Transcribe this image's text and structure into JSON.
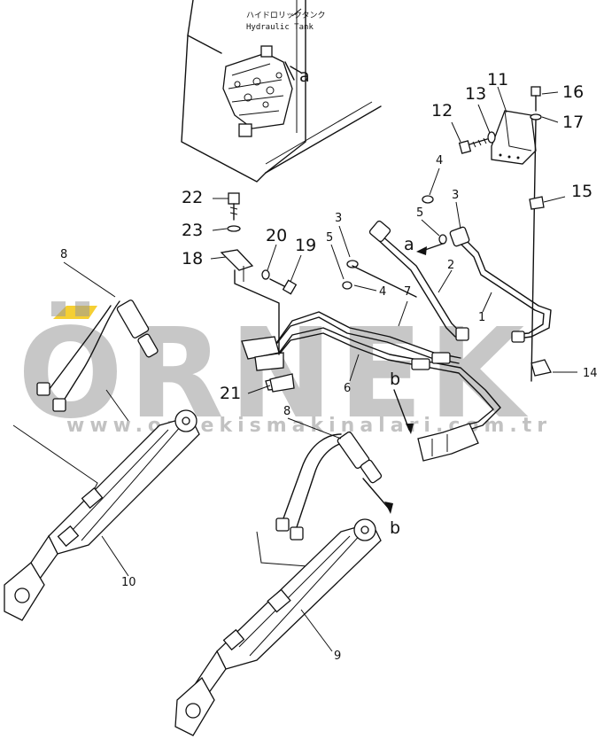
{
  "header": {
    "jp": "ハイドロリックタンク",
    "en": "Hydraulic Tank"
  },
  "callouts": {
    "c1": "1",
    "c2": "2",
    "c3a": "3",
    "c3b": "3",
    "c4a": "4",
    "c4b": "4",
    "c5a": "5",
    "c5b": "5",
    "c6": "6",
    "c7": "7",
    "c8a": "8",
    "c8b": "8",
    "c9": "9",
    "c10": "10",
    "c11": "11",
    "c12": "12",
    "c13": "13",
    "c14": "14",
    "c15": "15",
    "c16": "16",
    "c17": "17",
    "c18": "18",
    "c19": "19",
    "c20": "20",
    "c21": "21",
    "c22": "22",
    "c23": "23",
    "a1": "a",
    "a2": "a",
    "b1": "b",
    "b2": "b"
  },
  "watermark": {
    "brand": "ÖRNEK",
    "url": "www.ornekismakinalari.com.tr",
    "accent_color": "#f2c300"
  }
}
